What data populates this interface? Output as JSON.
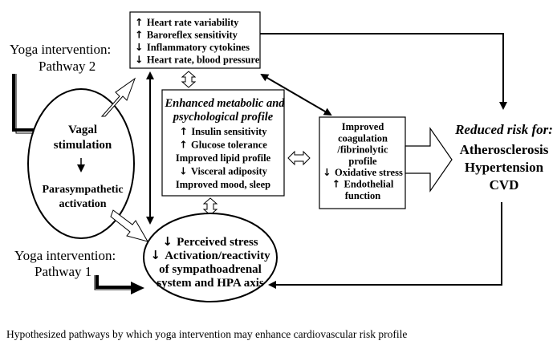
{
  "pathway2_label": [
    "Yoga intervention:",
    "Pathway 2"
  ],
  "pathway1_label": [
    "Yoga intervention:",
    "Pathway 1"
  ],
  "vagal": {
    "top": [
      "Vagal",
      "stimulation"
    ],
    "bottom": [
      "Parasympathetic",
      "activation"
    ]
  },
  "autonomic_box": [
    {
      "dir": "up",
      "text": "Heart rate variability"
    },
    {
      "dir": "up",
      "text": "Baroreflex sensitivity"
    },
    {
      "dir": "down",
      "text": "Inflammatory cytokines"
    },
    {
      "dir": "down",
      "text": "Heart rate, blood pressure"
    }
  ],
  "metabolic_box": {
    "title": [
      "Enhanced metabolic and",
      "psychological  profile"
    ],
    "items": [
      {
        "dir": "up",
        "text": "Insulin sensitivity"
      },
      {
        "dir": "up",
        "text": "Glucose tolerance"
      },
      {
        "dir": "",
        "text": "Improved lipid profile"
      },
      {
        "dir": "down",
        "text": "Visceral adiposity"
      },
      {
        "dir": "",
        "text": "Improved mood, sleep"
      }
    ]
  },
  "coag_box": [
    {
      "dir": "",
      "text": "Improved"
    },
    {
      "dir": "",
      "text": "coagulation"
    },
    {
      "dir": "",
      "text": "/fibrinolytic"
    },
    {
      "dir": "",
      "text": "profile"
    },
    {
      "dir": "down",
      "text": "Oxidative stress"
    },
    {
      "dir": "up",
      "text": "Endothelial"
    },
    {
      "dir": "",
      "text": "function"
    }
  ],
  "stress_ellipse": [
    {
      "dir": "down",
      "text": "Perceived stress"
    },
    {
      "dir": "down",
      "text": "Activation/reactivity"
    },
    {
      "dir": "",
      "text": "of sympathoadrenal"
    },
    {
      "dir": "",
      "text": "system and HPA axis"
    }
  ],
  "outcome": {
    "title": "Reduced risk for:",
    "items": [
      "Atherosclerosis",
      "Hypertension",
      "CVD"
    ]
  },
  "caption": "Hypothesized pathways by which yoga intervention may enhance cardiovascular risk profile"
}
